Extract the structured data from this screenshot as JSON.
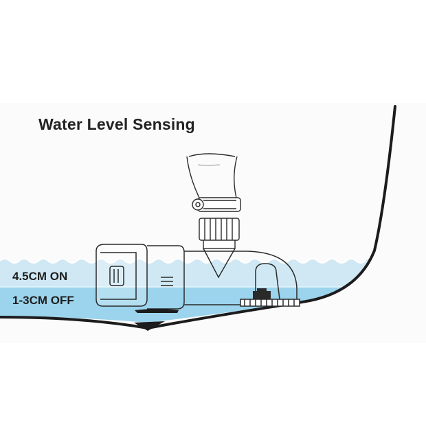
{
  "title": "Water Level Sensing",
  "levels": {
    "on_label": "4.5CM ON",
    "off_label": "1-3CM OFF"
  },
  "colors": {
    "water_light": "#cfe8f4",
    "water_deep": "#9bd4ec",
    "line": "#1c1c1c",
    "background_band": "#fbfbfb"
  },
  "icons": {
    "pump": "aquarium-return-pump",
    "hull": "boat-hull",
    "hose": "hose-pipe"
  }
}
